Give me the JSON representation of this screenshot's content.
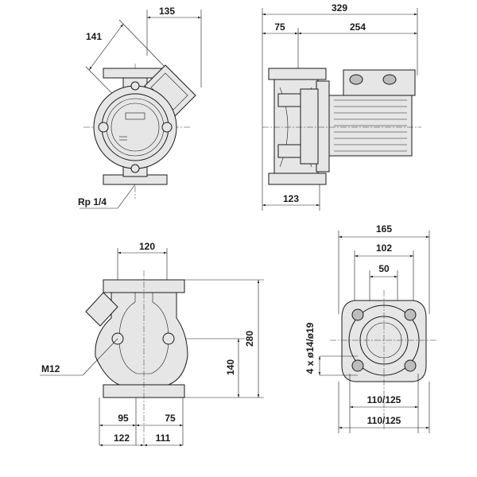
{
  "dimensions": {
    "top_front_height": "135",
    "top_front_diagonal": "141",
    "side_total": "329",
    "side_left": "75",
    "side_motor": "254",
    "side_bottom": "123",
    "rear_flange": "120",
    "rear_height": "280",
    "rear_center": "140",
    "rear_left_inner": "95",
    "rear_right_inner": "75",
    "rear_left_outer": "122",
    "rear_right_outer": "111",
    "flange_outer": "165",
    "flange_mid": "102",
    "flange_inner": "50",
    "flange_bolt_circle_1": "110/125",
    "flange_bolt_circle_2": "110/125",
    "flange_holes": "4 x ø14/ø19"
  },
  "callouts": {
    "vent_thread": "Rp 1/4",
    "mount_thread": "M12"
  }
}
